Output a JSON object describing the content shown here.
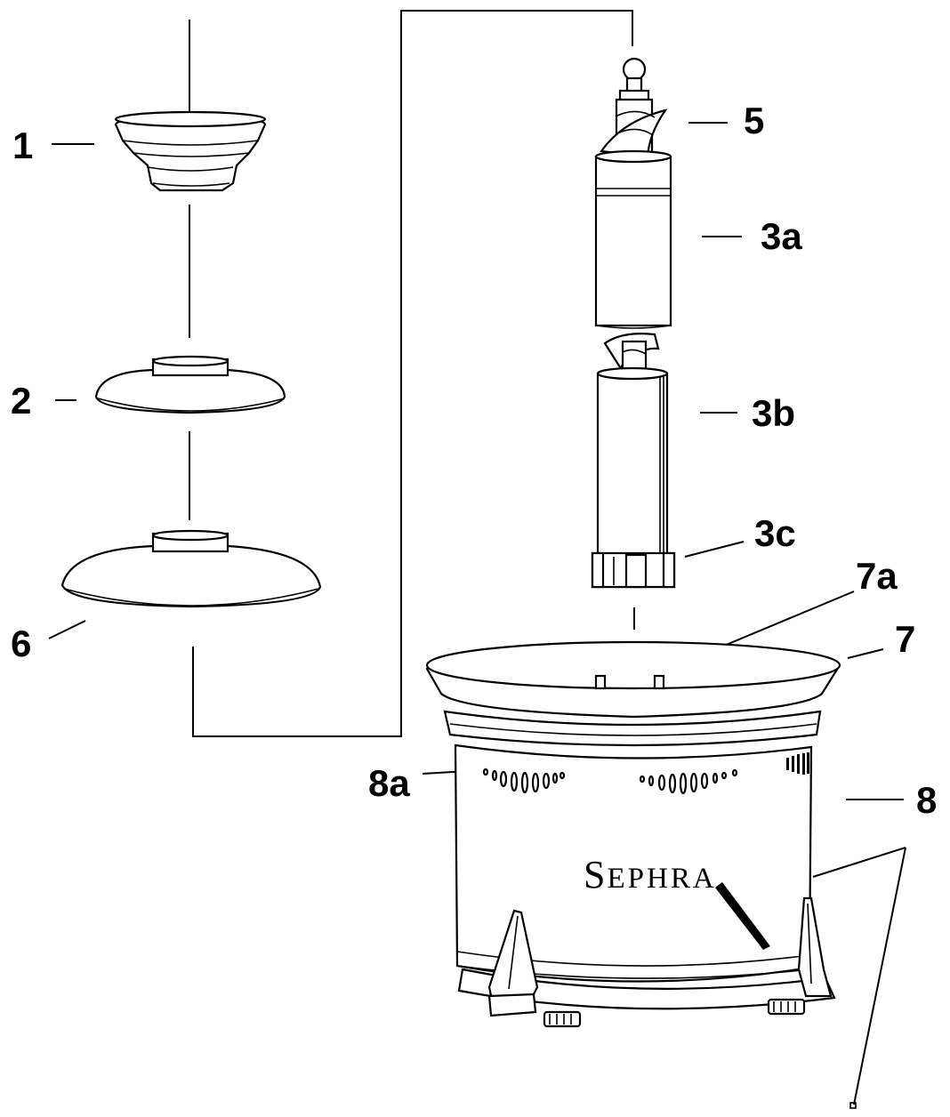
{
  "labels": {
    "part1": "1",
    "part2": "2",
    "part6": "6",
    "part5": "5",
    "part3a": "3a",
    "part3b": "3b",
    "part3c": "3c",
    "part7a": "7a",
    "part7": "7",
    "part8": "8",
    "part8a": "8a"
  },
  "brand": {
    "initial": "S",
    "rest": "EPHRA"
  },
  "colors": {
    "stroke": "#000000",
    "background": "#ffffff"
  }
}
